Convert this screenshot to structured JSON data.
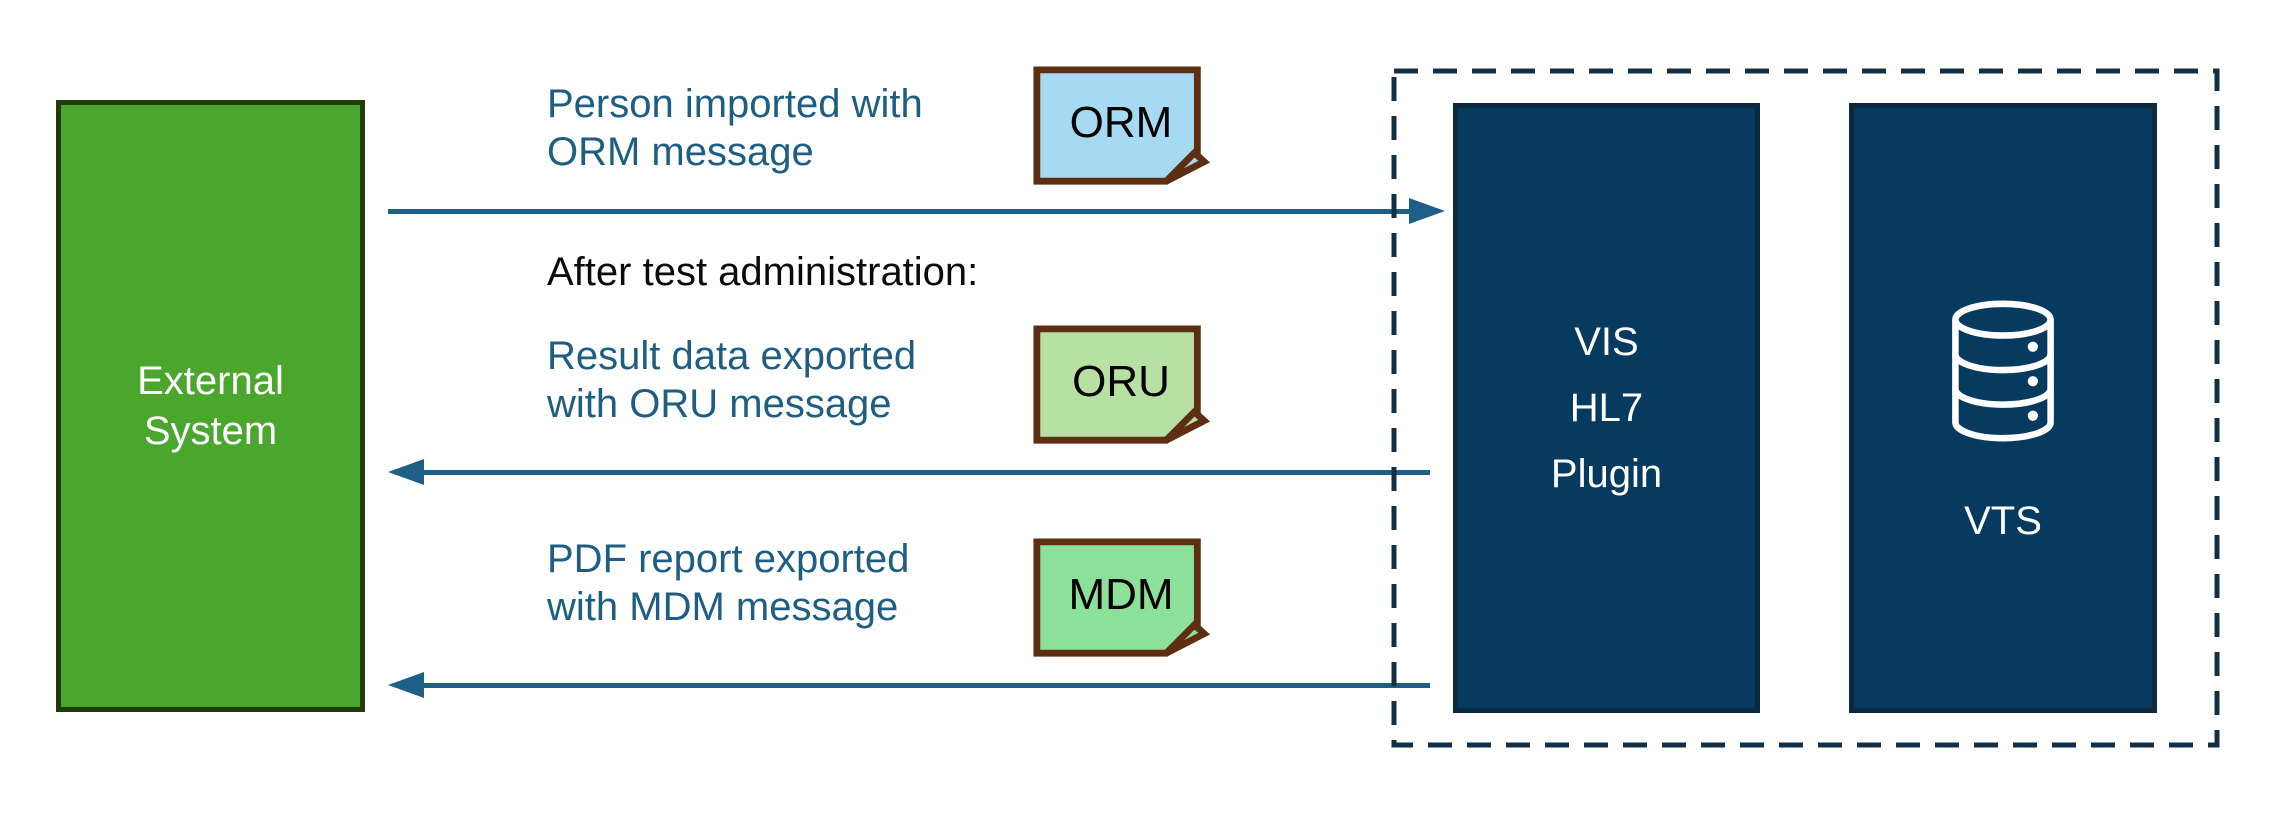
{
  "colors": {
    "external_fill": "#4AA62D",
    "external_border": "#1E3D09",
    "navy_fill": "#063A5E",
    "navy_border": "#0B2940",
    "arrow": "#1E5F87",
    "teal_text": "#1E5E82",
    "note_border": "#5D2E12",
    "note_orm_fill": "#A6DAF2",
    "note_oru_fill": "#B7E1A3",
    "note_mdm_fill": "#8CE19A",
    "dashed_border": "#132F45",
    "black_text": "#0B0B0B"
  },
  "external_system": {
    "line1": "External",
    "line2": "System"
  },
  "section_label": "After test administration:",
  "flows": [
    {
      "id": "orm",
      "line1": "Person imported with",
      "line2": "ORM message",
      "note_label": "ORM",
      "direction": "right"
    },
    {
      "id": "oru",
      "line1": "Result data exported",
      "line2": "with ORU message",
      "note_label": "ORU",
      "direction": "left"
    },
    {
      "id": "mdm",
      "line1": "PDF report exported",
      "line2": "with MDM message",
      "note_label": "MDM",
      "direction": "left"
    }
  ],
  "plugin_group": {
    "vis_box": {
      "line1": "VIS",
      "line2": "HL7",
      "line3": "Plugin"
    },
    "vts_box": {
      "label": "VTS",
      "icon": "database-icon"
    }
  }
}
